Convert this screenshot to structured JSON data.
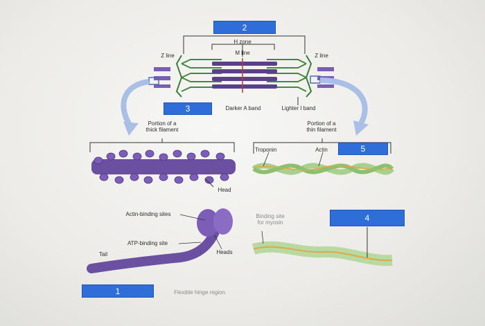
{
  "labels": {
    "h_zone": "H zone",
    "m_line": "M line",
    "z_line_left": "Z line",
    "z_line_right": "Z line",
    "darker_a_band": "Darker A band",
    "lighter_i_band": "Lighter I band",
    "thick_filament": "Portion of a\nthick filament",
    "thin_filament": "Portion of a\nthin filament",
    "head": "Head",
    "troponin": "Troponin",
    "actin": "Actin",
    "actin_binding_sites": "Actin-binding sites",
    "atp_binding_site": "ATP-binding site",
    "tail": "Tail",
    "heads": "Heads",
    "flexible_hinge_region": "Flexible hinge region",
    "binding_site_for_myosin": "Binding site\nfor myosin"
  },
  "answer_boxes": {
    "box_1": "1",
    "box_2": "2",
    "box_3": "3",
    "box_4": "4",
    "box_5": "5"
  },
  "colors": {
    "answer_box": "#2f6ed8",
    "myosin": "#6b4fa0",
    "actin": "#a9d08e",
    "tropomyosin": "#e2a64a",
    "arrow": "#a9bfe6",
    "z_line": "#3a7d3a"
  }
}
